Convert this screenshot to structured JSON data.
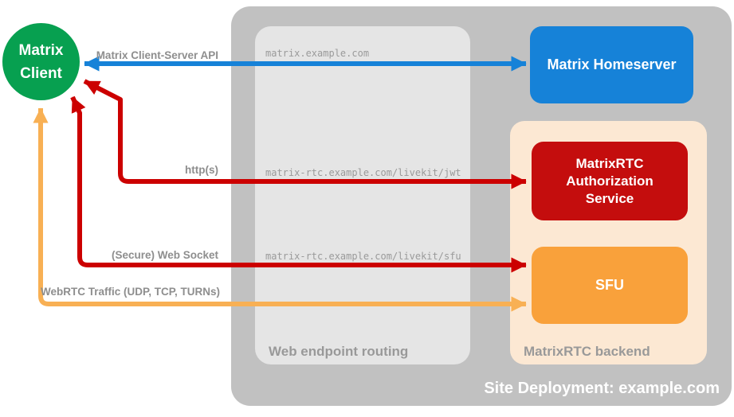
{
  "diagram": {
    "client": {
      "lines": [
        "Matrix",
        "Client"
      ],
      "color": "#07a050"
    },
    "homeserver": {
      "label": "Matrix Homeserver",
      "color": "#1682d8"
    },
    "backend": {
      "label": "MatrixRTC backend",
      "color": "#fce8d3",
      "auth_service": {
        "lines": [
          "MatrixRTC",
          "Authorization",
          "Service"
        ],
        "color": "#c40d0d"
      },
      "sfu": {
        "label": "SFU",
        "color": "#f9a13b"
      }
    },
    "routing": {
      "label": "Web endpoint routing",
      "endpoints": [
        "matrix.example.com",
        "matrix-rtc.example.com/livekit/jwt",
        "matrix-rtc.example.com/livekit/sfu"
      ]
    },
    "site": {
      "label": "Site Deployment: example.com",
      "container_color": "#c1c1c1"
    },
    "connections": [
      {
        "label": "Matrix Client-Server API",
        "color": "#1682d8",
        "endpoint": "matrix.example.com"
      },
      {
        "label": "http(s)",
        "color": "#cc0000",
        "endpoint": "matrix-rtc.example.com/livekit/jwt"
      },
      {
        "label": "(Secure) Web Socket",
        "color": "#cc0000",
        "endpoint": "matrix-rtc.example.com/livekit/sfu"
      },
      {
        "label": "WebRTC Traffic (UDP, TCP, TURNs)",
        "color": "#f8b054",
        "endpoint": "matrix-rtc.example.com/livekit/sfu"
      }
    ]
  }
}
